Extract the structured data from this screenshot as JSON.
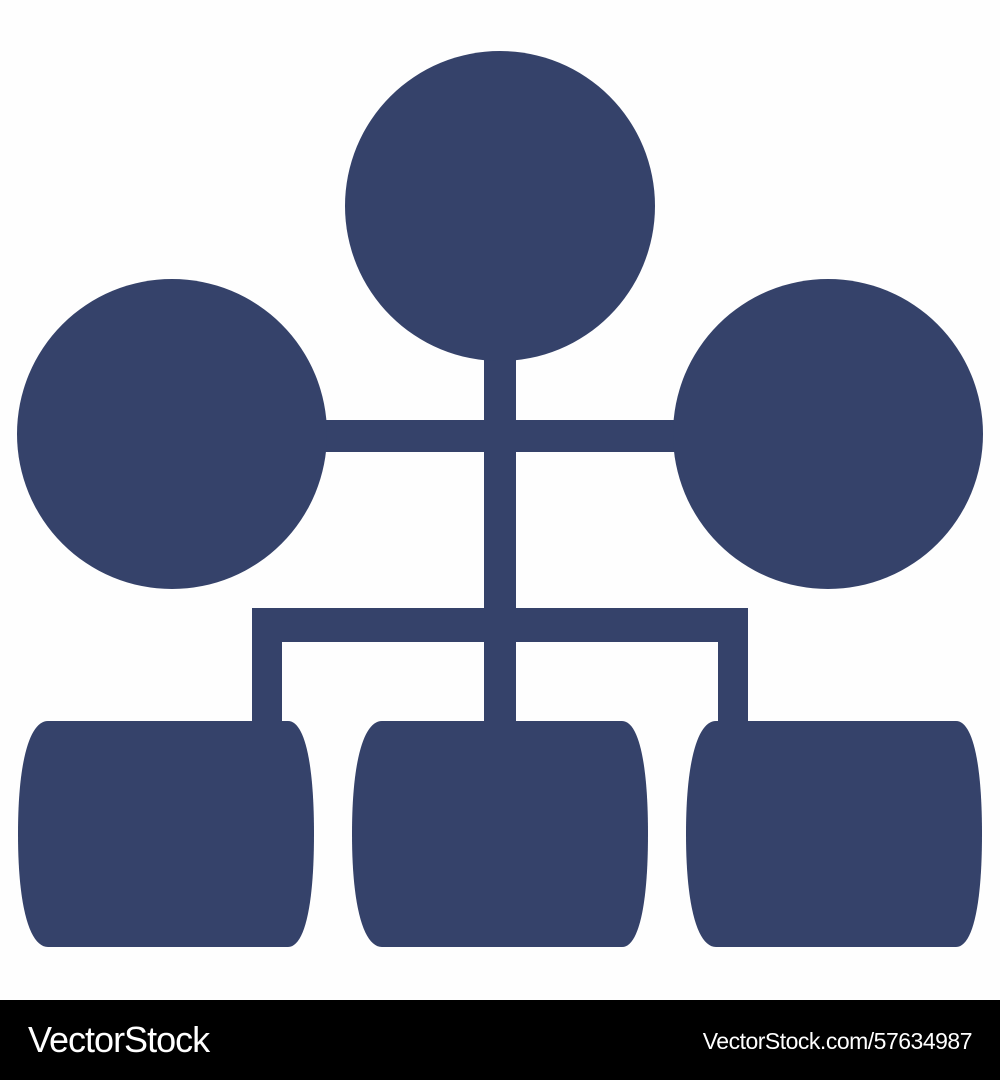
{
  "colors": {
    "shape_fill": "#35426a",
    "background": "#fefefe",
    "footer_background": "#000000",
    "footer_text": "#ffffff"
  },
  "diagram": {
    "kind": "hierarchy-icon",
    "nodes": [
      {
        "id": "top-circle",
        "shape": "circle"
      },
      {
        "id": "left-circle",
        "shape": "circle"
      },
      {
        "id": "right-circle",
        "shape": "circle"
      },
      {
        "id": "bottom-left-box",
        "shape": "rounded-rect"
      },
      {
        "id": "bottom-center-box",
        "shape": "rounded-rect"
      },
      {
        "id": "bottom-right-box",
        "shape": "rounded-rect"
      }
    ],
    "connectors": [
      {
        "from": "top-circle",
        "to": "left-circle"
      },
      {
        "from": "top-circle",
        "to": "right-circle"
      },
      {
        "from": "top-circle",
        "to": "bottom-left-box"
      },
      {
        "from": "top-circle",
        "to": "bottom-center-box"
      },
      {
        "from": "top-circle",
        "to": "bottom-right-box"
      }
    ]
  },
  "footer": {
    "brand": "VectorStock",
    "image_id": "VectorStock.com/57634987"
  }
}
